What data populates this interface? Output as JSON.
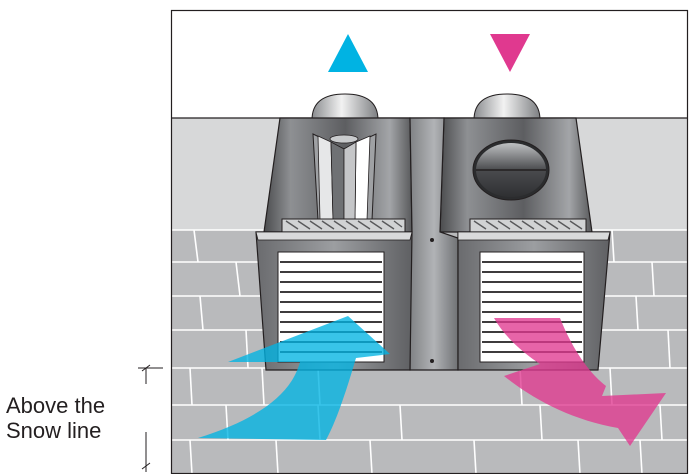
{
  "snow_label": {
    "line1": "Above the",
    "line2": "Snow line"
  },
  "colors": {
    "intake_arrow": "#00b3e3",
    "exhaust_arrow": "#e0398f",
    "brick_wall": "#b9babc",
    "siding": "#d7d8d9",
    "hood_metal": "#6d6e71",
    "outline": "#231f20"
  },
  "icons": {
    "intake_marker": "up-triangle",
    "exhaust_marker": "down-triangle"
  }
}
